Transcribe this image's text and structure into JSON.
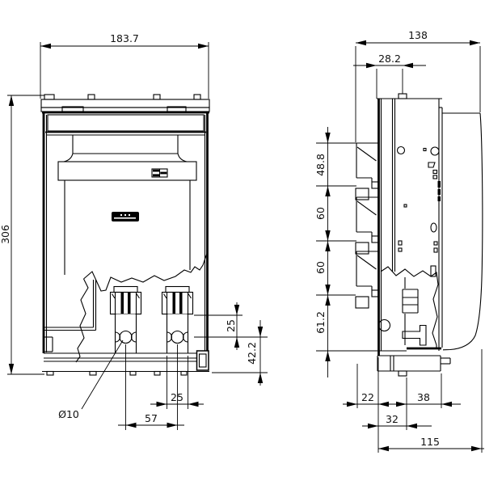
{
  "drawing": {
    "type": "technical-dimension-drawing",
    "views": {
      "left": "front view",
      "right": "side view"
    },
    "line_color": "#000000",
    "background_color": "#ffffff"
  },
  "dimensions": {
    "front": {
      "width": "183.7",
      "height": "306",
      "clamp_to_hole": "25",
      "hole_to_base": "42.2",
      "hole_diameter": "Ø10",
      "hole_spacing": "57",
      "terminal_width": "25"
    },
    "side": {
      "depth": "138",
      "top_offset": "28.2",
      "upper_section": "48.8",
      "pole_pitch_1": "60",
      "pole_pitch_2": "60",
      "lower_section": "61.2",
      "base_front_offset": "22",
      "base_rear_width": "38",
      "base_slot_width": "32",
      "base_depth": "115"
    }
  }
}
